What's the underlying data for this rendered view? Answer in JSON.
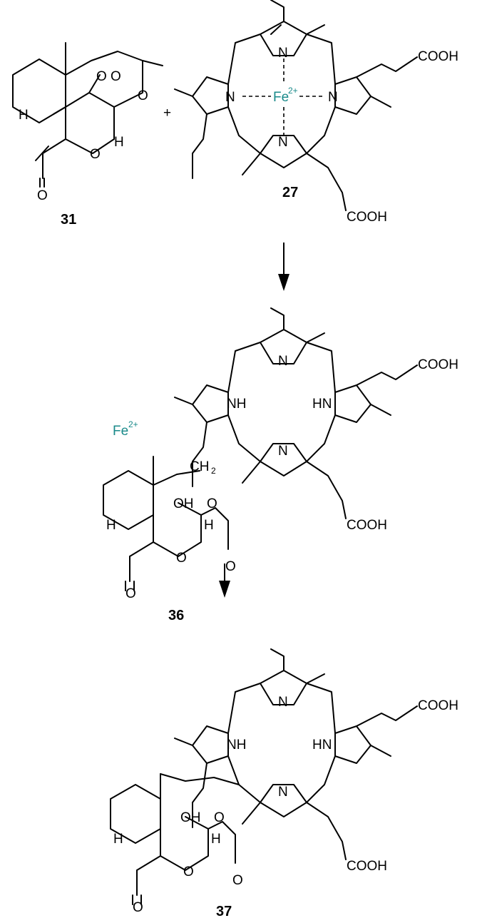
{
  "scheme": {
    "operators": {
      "plus": "+"
    },
    "compounds": {
      "c31": {
        "number": "31"
      },
      "c27": {
        "number": "27",
        "metal_charge": "2+"
      },
      "c36": {
        "number": "36"
      },
      "c37": {
        "number": "37"
      }
    },
    "labels": {
      "cooh": "COOH",
      "n": "N",
      "nh": "NH",
      "hn": "HN",
      "fe": "Fe",
      "fe_charge": "2+",
      "o": "O",
      "oh": "OH",
      "h": "H",
      "ch2": "CH",
      "ch2_sub": "2"
    },
    "colors": {
      "iron": "#1a8a8a",
      "ink": "#000000"
    }
  }
}
